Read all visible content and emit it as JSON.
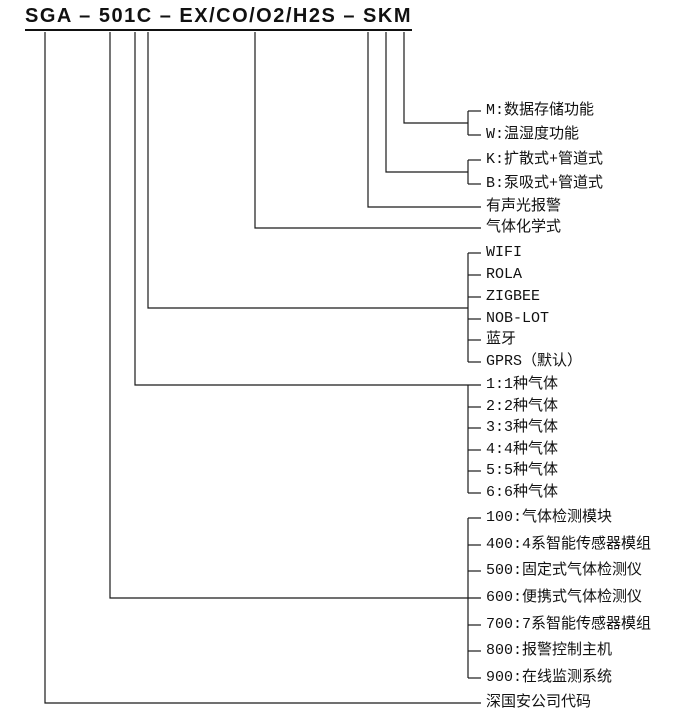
{
  "title": {
    "text": "SGA – 501C – EX/CO/O2/H2S – SKM"
  },
  "colors": {
    "background": "#ffffff",
    "text": "#111111",
    "line": "#1a1a1a"
  },
  "groups": [
    {
      "code_part": "M",
      "items": [
        "M:数据存储功能",
        "W:温湿度功能"
      ]
    },
    {
      "code_part": "K",
      "items": [
        "K:扩散式+管道式",
        "B:泵吸式+管道式"
      ]
    },
    {
      "code_part": "S",
      "items": [
        "有声光报警"
      ]
    },
    {
      "code_part": "EX/CO/O2/H2S",
      "items": [
        "气体化学式"
      ]
    },
    {
      "code_part": "C",
      "items": [
        "WIFI",
        "ROLA",
        "ZIGBEE",
        "NOB-LOT",
        "蓝牙",
        "GPRS（默认）"
      ]
    },
    {
      "code_part": "1",
      "items": [
        "1:1种气体",
        "2:2种气体",
        "3:3种气体",
        "4:4种气体",
        "5:5种气体",
        "6:6种气体"
      ]
    },
    {
      "code_part": "5",
      "items": [
        "100:气体检测模块",
        "400:4系智能传感器模组",
        "500:固定式气体检测仪",
        "600:便携式气体检测仪",
        "700:7系智能传感器模组",
        "800:报警控制主机",
        "900:在线监测系统"
      ]
    },
    {
      "code_part": "SGA",
      "items": [
        "深国安公司代码"
      ]
    }
  ]
}
